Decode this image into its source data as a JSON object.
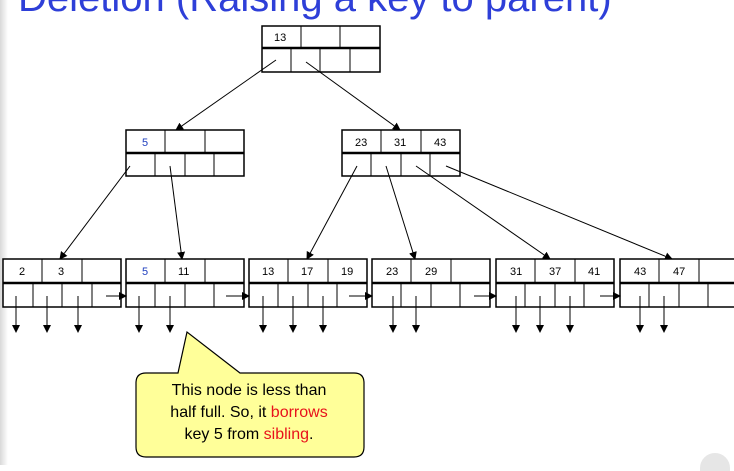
{
  "slide": {
    "title": "Deletion (Raising a key to parent)",
    "callout": {
      "line1": "This node is less than",
      "line2a": "half full. So, it ",
      "word_borrows": "borrows",
      "line3a": "key 5 from ",
      "word_sibling": "sibling",
      "line3b": "."
    }
  },
  "tree": {
    "root": {
      "keys": [
        "13",
        "",
        ""
      ]
    },
    "internal_left": {
      "keys": [
        "5",
        "",
        ""
      ]
    },
    "internal_right": {
      "keys": [
        "23",
        "31",
        "43"
      ]
    },
    "leaves": [
      {
        "keys": [
          "2",
          "3",
          ""
        ]
      },
      {
        "keys": [
          "5",
          "11",
          ""
        ]
      },
      {
        "keys": [
          "13",
          "17",
          "19"
        ]
      },
      {
        "keys": [
          "23",
          "29",
          ""
        ]
      },
      {
        "keys": [
          "31",
          "37",
          "41"
        ]
      },
      {
        "keys": [
          "43",
          "47",
          ""
        ]
      }
    ]
  },
  "colors": {
    "title": "#2e3fd8",
    "callout_fill": "#ffff99",
    "highlight": "#e8111b",
    "moved_key": "#1f3fbf"
  }
}
